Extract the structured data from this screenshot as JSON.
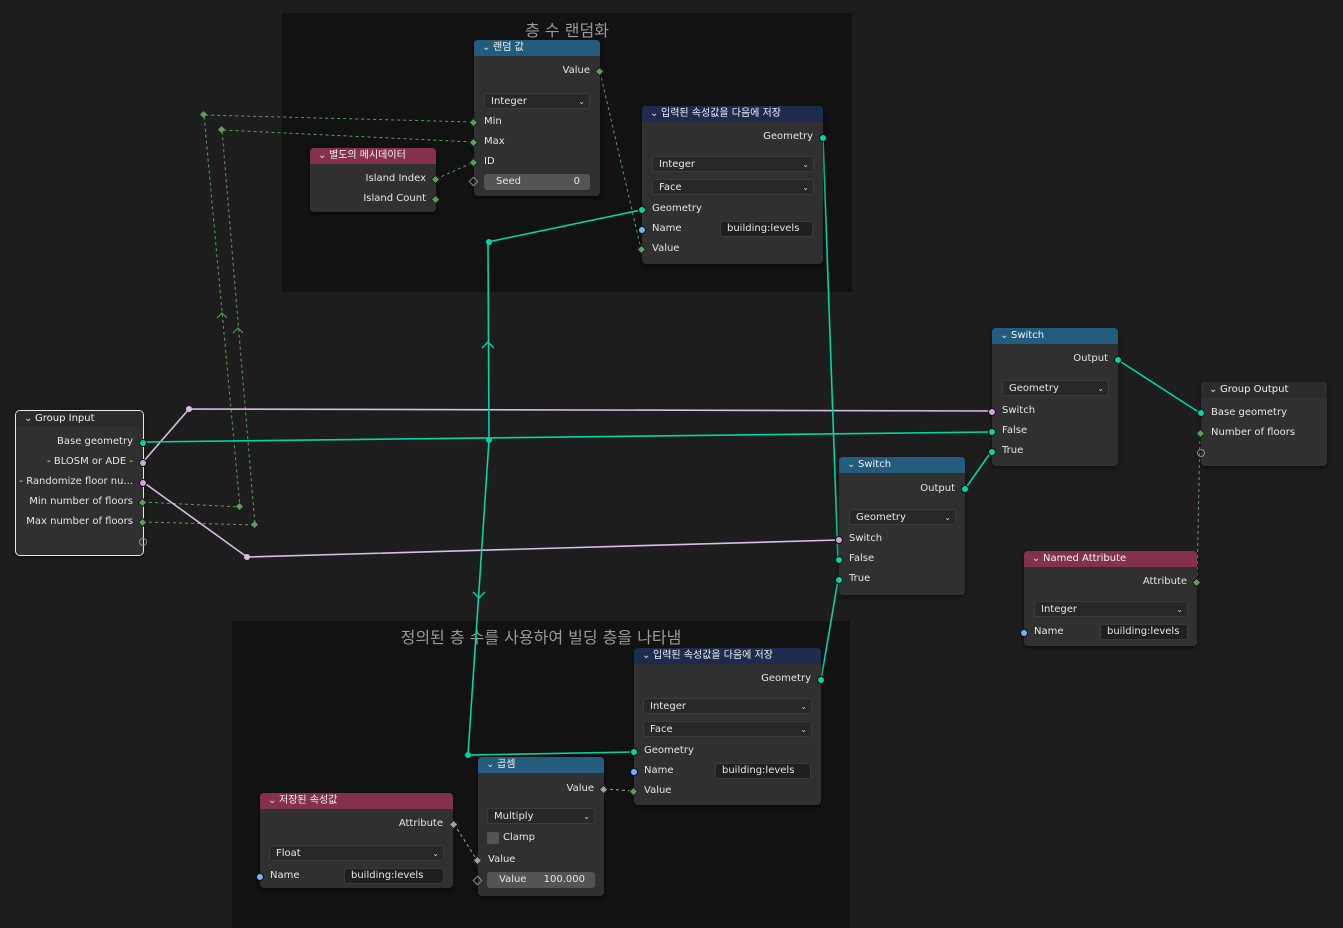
{
  "frames": {
    "random": {
      "label": "층 수 랜덤화"
    },
    "visual": {
      "label": "정의된 층 수를 사용하여 빌딩 층을 나타냄"
    }
  },
  "icons": {
    "collapse": "chevron-down-icon",
    "dropdown": "dropdown-arrow-icon"
  },
  "colors": {
    "geometry_socket": "#00d6a3",
    "integer_socket": "#5b9e5b",
    "boolean_socket": "#cca6d6",
    "string_socket": "#70b2ff",
    "float_socket": "#a1a1a1",
    "input_header": "#84324b",
    "function_header": "#245c7e",
    "geometry_header": "#1f2b4e"
  },
  "nodes": {
    "random_value": {
      "title": "랜덤 값",
      "out_value": "Value",
      "type": "Integer",
      "min": "Min",
      "max": "Max",
      "id": "ID",
      "seed_label": "Seed",
      "seed_value": "0"
    },
    "mesh_island": {
      "title": "별도의 메시데이터",
      "island_index": "Island Index",
      "island_count": "Island Count"
    },
    "store_attr_top": {
      "title": "입력된 속성값을 다음에 저장",
      "out_geometry": "Geometry",
      "type": "Integer",
      "domain": "Face",
      "geometry": "Geometry",
      "name_label": "Name",
      "name_value": "building:levels",
      "value": "Value"
    },
    "group_input": {
      "title": "Group Input",
      "base_geometry": "Base geometry",
      "blosm": "- BLOSM or ADE -",
      "randomize": "- Randomize floor nu...",
      "min_floors": "Min number of floors",
      "max_floors": "Max number of floors"
    },
    "switch_top": {
      "title": "Switch",
      "output": "Output",
      "type": "Geometry",
      "switch": "Switch",
      "false": "False",
      "true": "True"
    },
    "switch_mid": {
      "title": "Switch",
      "output": "Output",
      "type": "Geometry",
      "switch": "Switch",
      "false": "False",
      "true": "True"
    },
    "group_output": {
      "title": "Group Output",
      "base_geometry": "Base geometry",
      "num_floors": "Number of floors"
    },
    "named_attr": {
      "title": "Named Attribute",
      "attribute": "Attribute",
      "type": "Integer",
      "name_label": "Name",
      "name_value": "building:levels"
    },
    "store_attr_bottom": {
      "title": "입력된 속성값을 다음에 저장",
      "out_geometry": "Geometry",
      "type": "Integer",
      "domain": "Face",
      "geometry": "Geometry",
      "name_label": "Name",
      "name_value": "building:levels",
      "value": "Value"
    },
    "multiply": {
      "title": "곱셈",
      "out_value": "Value",
      "operation": "Multiply",
      "clamp": "Clamp",
      "value": "Value",
      "value2_label": "Value",
      "value2": "100.000"
    },
    "stored_attr": {
      "title": "저장된 속성값",
      "attribute": "Attribute",
      "type": "Float",
      "name_label": "Name",
      "name_value": "building:levels"
    }
  }
}
